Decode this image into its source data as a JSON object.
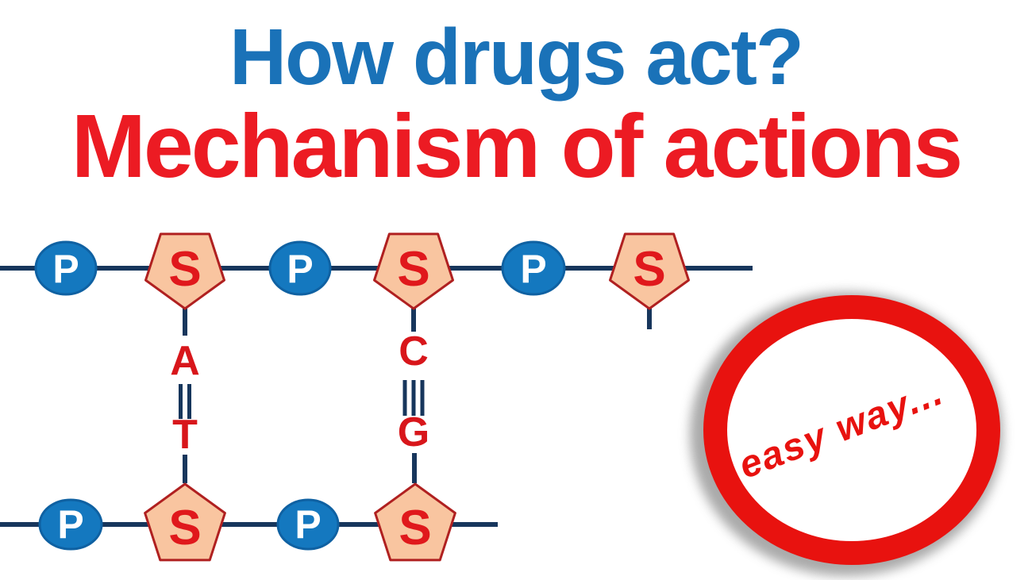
{
  "title": {
    "line1": "How drugs act?",
    "line2": "Mechanism of actions"
  },
  "colors": {
    "title_line1": "#1a72b8",
    "title_line2": "#ec1b23",
    "backbone": "#17365c",
    "phosphate_fill": "#1478bf",
    "phosphate_border": "#0f61a2",
    "phosphate_text": "#ffffff",
    "sugar_fill": "#f9c5a0",
    "sugar_border": "#b02020",
    "sugar_text": "#e0181c",
    "base_text": "#d8161b",
    "stamp_ring": "#e8120f",
    "stamp_text": "#e8120f",
    "stamp_shadow": "#9b9b9b",
    "background": "#ffffff"
  },
  "diagram": {
    "top_strand": [
      {
        "type": "phosphate",
        "label": "P"
      },
      {
        "type": "sugar",
        "label": "S"
      },
      {
        "type": "phosphate",
        "label": "P"
      },
      {
        "type": "sugar",
        "label": "S"
      },
      {
        "type": "phosphate",
        "label": "P"
      },
      {
        "type": "sugar",
        "label": "S"
      }
    ],
    "bottom_strand": [
      {
        "type": "phosphate",
        "label": "P"
      },
      {
        "type": "sugar",
        "label": "S"
      },
      {
        "type": "phosphate",
        "label": "P"
      },
      {
        "type": "sugar",
        "label": "S"
      }
    ],
    "base_pairs": [
      {
        "top_base": "A",
        "bottom_base": "T",
        "bonds": 2
      },
      {
        "top_base": "C",
        "bottom_base": "G",
        "bonds": 3
      }
    ]
  },
  "stamp": {
    "text": "easy way..."
  }
}
